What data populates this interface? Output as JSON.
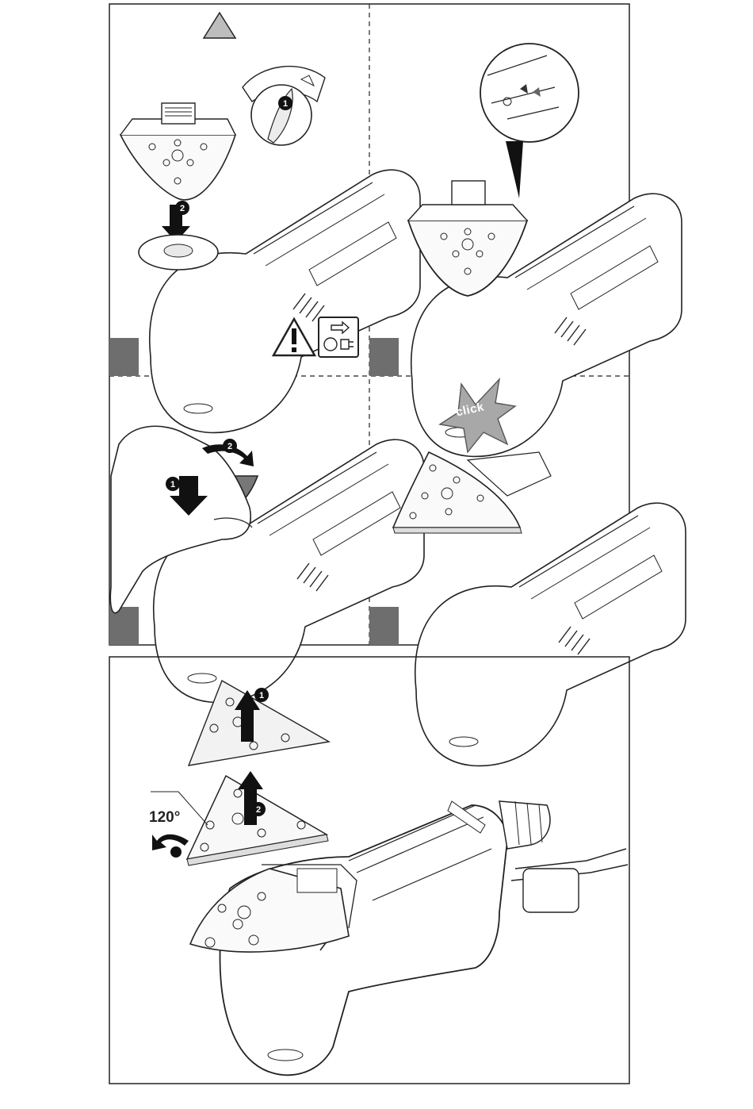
{
  "annotations": {
    "click_text": "click",
    "angle_text": "120°",
    "step_markers": [
      "1",
      "2"
    ]
  },
  "icons": [
    "warning-triangle-icon",
    "unplug-power-icon",
    "speed-dial-icon",
    "arrow-down-icon",
    "arrow-up-icon",
    "rotate-arrow-icon"
  ],
  "colors": {
    "line": "#222222",
    "step_badge": "#6e6e6e",
    "burst": "#a8a8a8",
    "pad_fill": "#f2f2f2"
  }
}
